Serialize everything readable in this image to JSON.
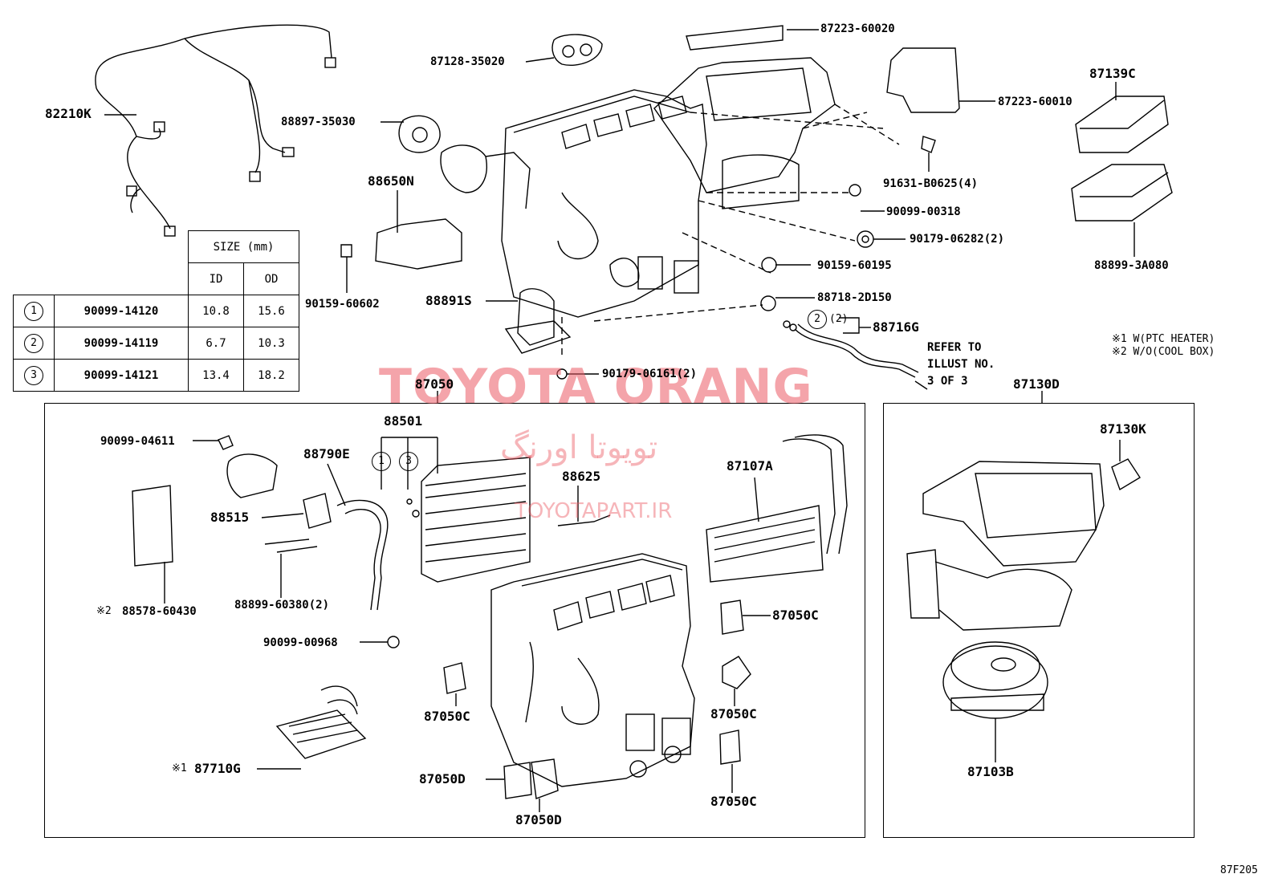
{
  "diagram": {
    "code": "87F205",
    "labels": {
      "p87223_60020": "87223-60020",
      "p87128_35020": "87128-35020",
      "p88897_35030": "88897-35030",
      "p82210K": "82210K",
      "p88650N": "88650N",
      "p90159_60602": "90159-60602",
      "p88891S": "88891S",
      "p90179_06161": "90179-06161(2)",
      "p87223_60010": "87223-60010",
      "p87139C": "87139C",
      "p91631": "91631-B0625(4)",
      "p90099_00318": "90099-00318",
      "p90179_06282": "90179-06282(2)",
      "p90159_60195": "90159-60195",
      "p88718": "88718-2D150",
      "p88716G": "88716G",
      "p88899_3A080": "88899-3A080",
      "p87050": "87050",
      "p87130D": "87130D",
      "p90099_04611": "90099-04611",
      "p88501": "88501",
      "p88790E": "88790E",
      "p88515": "88515",
      "p88625": "88625",
      "p87107A": "87107A",
      "p88578": "88578-60430",
      "p88899_60380": "88899-60380(2)",
      "p90099_00968": "90099-00968",
      "p87050C_1": "87050C",
      "p87050C_2": "87050C",
      "p87050C_3": "87050C",
      "p87050C_4": "87050C",
      "p87050D_1": "87050D",
      "p87050D_2": "87050D",
      "p87710G": "87710G",
      "p87130K": "87130K",
      "p87103B": "87103B"
    },
    "notes": {
      "ptc": "※1 W(PTC HEATER)",
      "coolbox": "※2 W/O(COOL BOX)",
      "mark1": "※1",
      "mark2": "※2",
      "refer1": "REFER TO",
      "refer2": "ILLUST NO.",
      "refer3": "3 OF 3",
      "qty2": "(2)",
      "circ1": "1",
      "circ2": "2",
      "circ3": "3"
    }
  },
  "size_table": {
    "title": "SIZE (mm)",
    "col_id": "ID",
    "col_od": "OD",
    "rows": [
      {
        "num": "1",
        "part": "90099-14120",
        "id": "10.8",
        "od": "15.6"
      },
      {
        "num": "2",
        "part": "90099-14119",
        "id": "6.7",
        "od": "10.3"
      },
      {
        "num": "3",
        "part": "90099-14121",
        "id": "13.4",
        "od": "18.2"
      }
    ]
  },
  "watermark": {
    "brand": "TOYOTA ORANG",
    "farsi": "تویوتا اورنگ",
    "site": "TOYOTAPART.IR"
  }
}
